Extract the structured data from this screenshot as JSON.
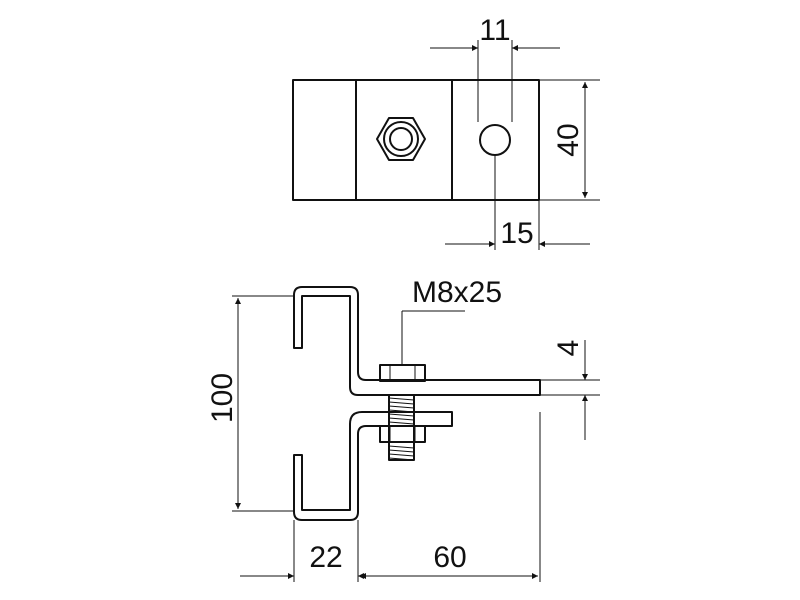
{
  "dimensions": {
    "hole_spacing": "11",
    "plate_width": "40",
    "hole_offset": "15",
    "bolt_spec": "M8x25",
    "plate_thickness": "4",
    "height": "100",
    "flange_width": "22",
    "arm_length": "60"
  }
}
